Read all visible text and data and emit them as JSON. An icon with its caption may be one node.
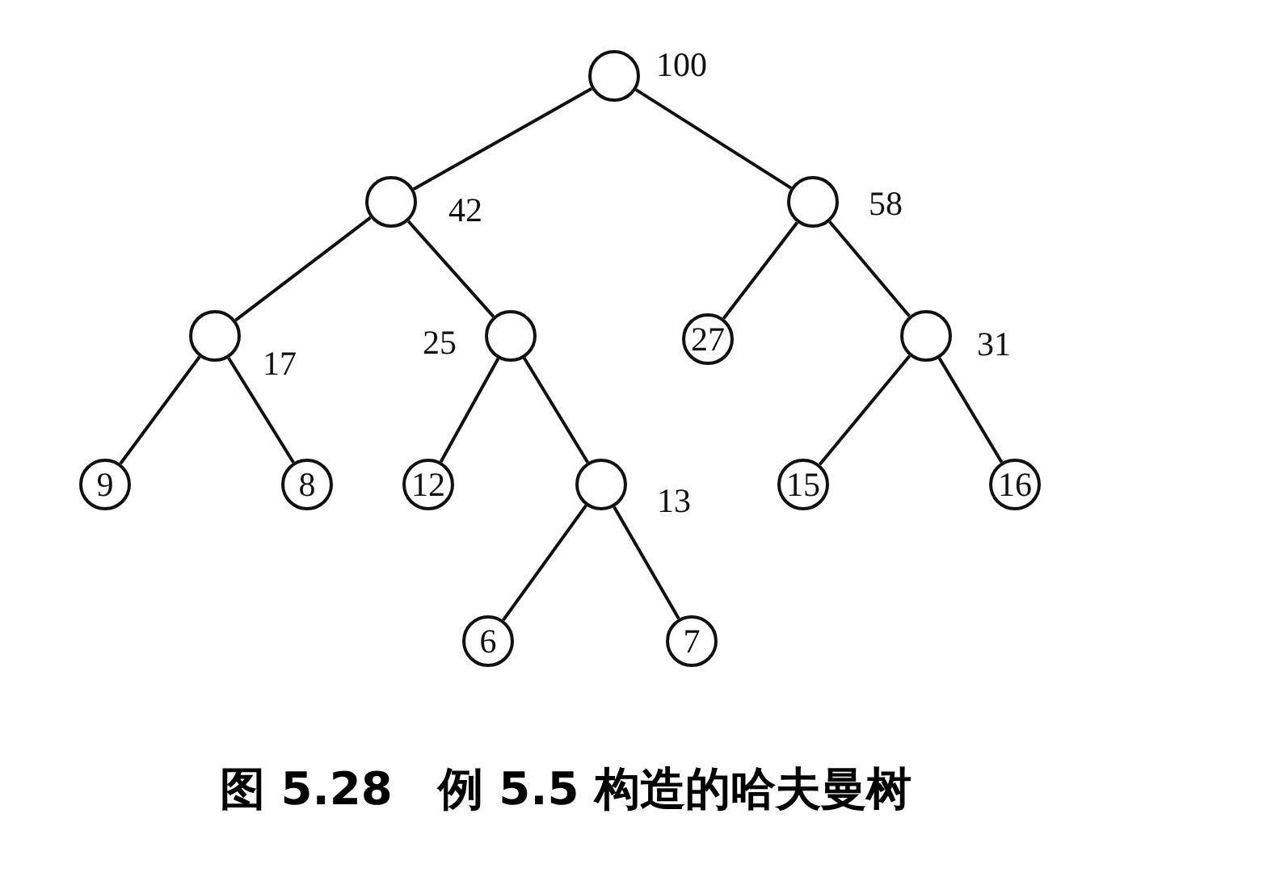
{
  "diagram": {
    "caption": "图 5.28　例 5.5 构造的哈夫曼树",
    "nodes": [
      {
        "text": [],
        "shape": "circle",
        "beside": [
          "100"
        ]
      },
      {
        "text": [],
        "shape": "circle",
        "beside": [
          "42"
        ]
      },
      {
        "text": [],
        "shape": "circle",
        "beside": [
          "58"
        ]
      },
      {
        "text": [],
        "shape": "circle",
        "beside": [
          "17"
        ]
      },
      {
        "text": [],
        "shape": "circle",
        "beside": [
          "25"
        ]
      },
      {
        "text": [
          "27"
        ]
      },
      {
        "text": [],
        "shape": "circle",
        "beside": [
          "31"
        ]
      },
      {
        "text": [
          "9"
        ]
      },
      {
        "text": [
          "8"
        ]
      },
      {
        "text": [
          "12"
        ]
      },
      {
        "text": [],
        "shape": "circle",
        "beside": [
          "13"
        ]
      },
      {
        "text": [
          "15"
        ]
      },
      {
        "text": [
          "16"
        ]
      },
      {
        "text": [
          "6"
        ]
      },
      {
        "text": [
          "7"
        ]
      }
    ],
    "edges": [
      {
        "from": 0,
        "to": 1,
        "arrow": "none"
      },
      {
        "from": 0,
        "to": 2,
        "arrow": "none"
      },
      {
        "from": 1,
        "to": 3,
        "arrow": "none"
      },
      {
        "from": 1,
        "to": 4,
        "arrow": "none"
      },
      {
        "from": 2,
        "to": 5,
        "arrow": "none"
      },
      {
        "from": 2,
        "to": 6,
        "arrow": "none"
      },
      {
        "from": 3,
        "to": 7,
        "arrow": "none"
      },
      {
        "from": 3,
        "to": 8,
        "arrow": "none"
      },
      {
        "from": 4,
        "to": 9,
        "arrow": "none"
      },
      {
        "from": 4,
        "to": 10,
        "arrow": "none"
      },
      {
        "from": 6,
        "to": 11,
        "arrow": "none"
      },
      {
        "from": 6,
        "to": 12,
        "arrow": "none"
      },
      {
        "from": 10,
        "to": 13,
        "arrow": "none"
      },
      {
        "from": 10,
        "to": 14,
        "arrow": "none"
      }
    ]
  }
}
